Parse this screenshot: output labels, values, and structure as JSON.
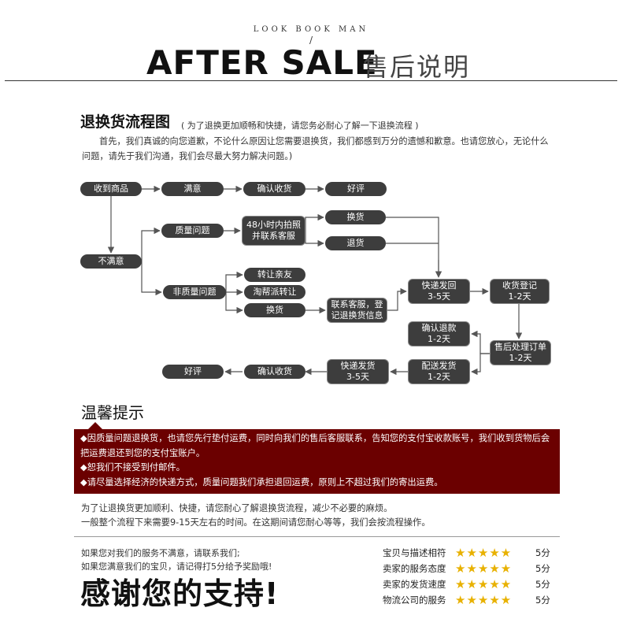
{
  "header": {
    "brand": "LOOK BOOK MAN",
    "slash": "/",
    "title_en": "AFTER SALE",
    "title_cn": "售后说明"
  },
  "process": {
    "title": "退换货流程图",
    "subtitle": "( 为了退换更加顺畅和快捷，请您务必耐心了解一下退换流程 )",
    "intro": "首先，我们真诚的向您道歉，不论什么原因让您需要退换货，我们都感到万分的遗憾和歉意。也请您放心，无论什么问题，请先于我们沟通，我们会尽最大努力解决问题。)"
  },
  "flow": {
    "receive": "收到商品",
    "satisfied": "满意",
    "confirm_top": "确认收货",
    "good_top": "好评",
    "unsatisfied": "不满意",
    "quality": "质量问题",
    "photo_1": "48小时内拍照",
    "photo_2": "并联系客服",
    "exchange_q": "换货",
    "return_q": "退货",
    "non_quality": "非质量问题",
    "transfer": "转让亲友",
    "resell": "淘帮派转让",
    "exchange_nq": "换货",
    "contact_1": "联系客服，登",
    "contact_2": "记退换货信息",
    "ship_back_1": "快递发回",
    "ship_back_2": "3-5天",
    "register_1": "收货登记",
    "register_2": "1-2天",
    "confirm_refund_1": "确认退款",
    "confirm_refund_2": "1-2天",
    "handle_1": "售后处理订单",
    "handle_2": "1-2天",
    "dispatch_1": "配送发货",
    "dispatch_2": "1-2天",
    "express_1": "快递发货",
    "express_2": "3-5天",
    "confirm_bottom": "确认收货",
    "good_bottom": "好评"
  },
  "tips": {
    "title": "温馨提示",
    "items": [
      "◆因质量问题退换货，也请您先行垫付运费，同时向我们的售后客服联系，告知您的支付宝收款账号，我们收到货物后会把运费退还到您的支付宝账户。",
      "◆恕我们不接受到付邮件。",
      "◆请尽量选择经济的快递方式，质量问题我们承担退回运费，原则上不超过我们的寄出运费。"
    ],
    "note_1": "为了让退换货更加顺利、快捷，请您耐心了解退换货流程，减少不必要的麻烦。",
    "note_2": "一般整个流程下来需要9-15天左右的时间。在这期间请您耐心等等，我们会按流程操作。"
  },
  "footer": {
    "line_1": "如果您对我们的服务不满意，请联系我们;",
    "line_2": "如果您满意我们的宝贝，请记得打5分给予奖励哦!",
    "thanks": "感谢您的支持!",
    "ratings": [
      {
        "label": "宝贝与描述相符",
        "stars": "★★★★★",
        "score": "5分"
      },
      {
        "label": "卖家的服务态度",
        "stars": "★★★★★",
        "score": "5分"
      },
      {
        "label": "卖家的发货速度",
        "stars": "★★★★★",
        "score": "5分"
      },
      {
        "label": "物流公司的服务",
        "stars": "★★★★★",
        "score": "5分"
      }
    ],
    "star_color": "#e8b100"
  },
  "colors": {
    "tip_bg": "#6b0000",
    "node_bg": "#3d3d3d"
  }
}
